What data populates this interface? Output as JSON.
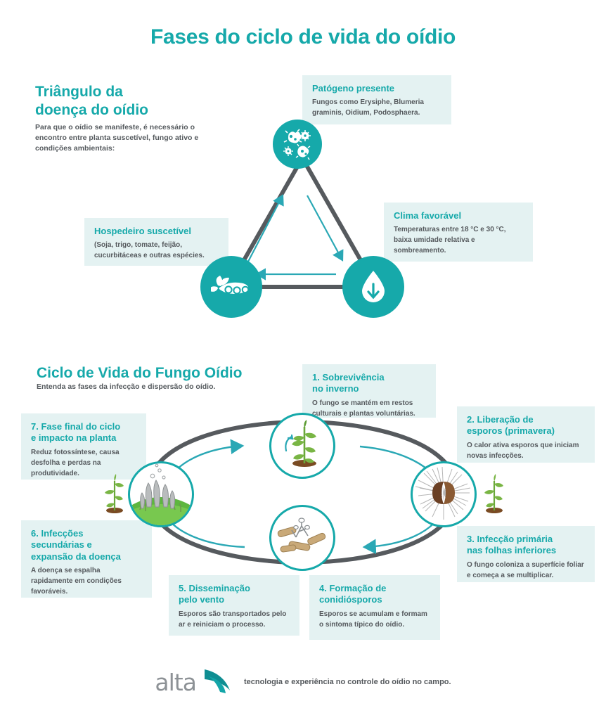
{
  "title": "Fases do ciclo de vida do oídio",
  "triangle_section": {
    "heading_line1": "Triângulo da",
    "heading_line2": "doença do oídio",
    "subtitle": "Para que o oídio se manifeste, é necessário o encontro entre planta suscetível, fungo ativo e condições ambientais:",
    "nodes": [
      {
        "id": "pathogen",
        "icon": "fungus-spores-icon",
        "title": "Patógeno presente",
        "body": "Fungos como Erysiphe, Blumeria graminis, Oidium, Podosphaera."
      },
      {
        "id": "climate",
        "icon": "water-drop-down-arrow-icon",
        "title": "Clima favorável",
        "body": "Temperaturas entre 18 °C e 30 °C, baixa umidade relativa e sombreamento."
      },
      {
        "id": "host",
        "icon": "soybean-pod-icon",
        "title": "Hospedeiro suscetível",
        "body": "(Soja, trigo, tomate, feijão, cucurbitáceas e outras espécies."
      }
    ]
  },
  "cycle_section": {
    "heading": "Ciclo de Vida do Fungo Oídio",
    "subtitle": "Entenda as fases da infecção e dispersão do oídio.",
    "steps": [
      {
        "num": "1",
        "icon": "seedling-plant-icon",
        "title": "1. Sobrevivência\nno inverno",
        "title_line1": "1. Sobrevivência",
        "title_line2": "no inverno",
        "body": "O fungo se mantém em restos culturais e plantas voluntárias."
      },
      {
        "num": "2",
        "icon": "spore-release-icon",
        "title_line1": "2. Liberação de",
        "title_line2": "esporos (primavera)",
        "body": "O calor ativa esporos que iniciam novas infecções."
      },
      {
        "num": "3",
        "icon": "leaf-infection-icon",
        "title_line1": "3. Infecção primária",
        "title_line2": "nas folhas inferiores",
        "body": "O fungo coloniza a superfície foliar e começa a se multiplicar."
      },
      {
        "num": "4",
        "icon": "conidiophore-icon",
        "title_line1": "4. Formação de",
        "title_line2": "conidiósporos",
        "body": "Esporos se acumulam e formam o sintoma típico do oídio."
      },
      {
        "num": "5",
        "icon": "wind-dispersal-icon",
        "title_line1": "5. Disseminação",
        "title_line2": "pelo vento",
        "body": "Esporos são transportados pelo ar e reiniciam o processo."
      },
      {
        "num": "6",
        "icon": "secondary-infection-icon",
        "title_line1": "6. Infecções",
        "title_line2": "secundárias e",
        "title_line3": "expansão da doença",
        "body": "A doença se espalha rapidamente em condições favoráveis."
      },
      {
        "num": "7",
        "icon": "plant-damage-icon",
        "title_line1": "7. Fase final do ciclo",
        "title_line2": "e impacto na planta",
        "body": "Reduz fotossíntese, causa desfolha e perdas na produtividade."
      }
    ]
  },
  "footer": {
    "logo_text": "alta",
    "logo_icon": "alta-swoosh-icon",
    "tagline": "tecnologia e experiência no controle do oídio no campo."
  },
  "colors": {
    "teal": "#16a9aa",
    "card_bg": "#e4f2f2",
    "body_text": "#55595d",
    "arrow_teal": "#2aa8b5",
    "line_gray": "#565a5e"
  }
}
